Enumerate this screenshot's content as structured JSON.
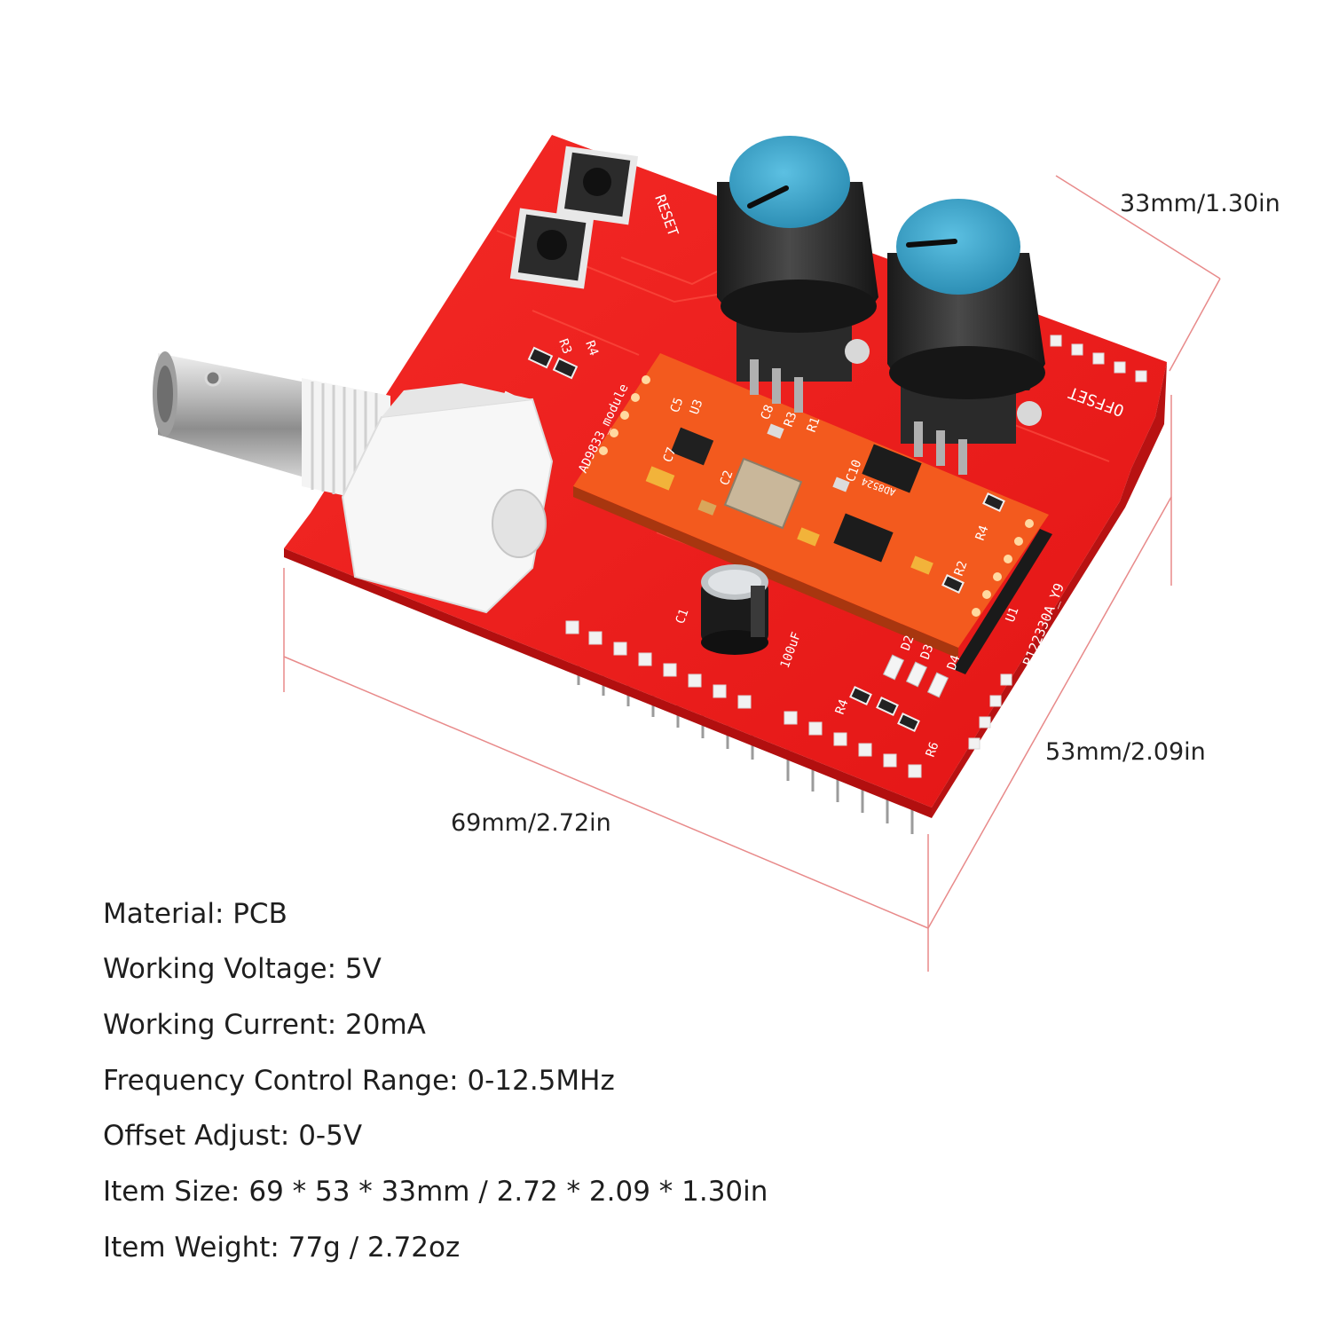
{
  "product": {
    "board": {
      "color": "#ee1c1c",
      "module_color": "#f35a1e",
      "knob_cap_color": "#3fa9cf",
      "silkscreen": {
        "reset": "RESET",
        "offset": "OFFSET",
        "module": "AD9833_module",
        "pcb_code": "P122330A_Y9",
        "cap_value": "100uF",
        "c1": "C1",
        "c2": "C2",
        "c5": "C5",
        "c7": "C7",
        "c8": "C8",
        "c10": "C10",
        "u1": "U1",
        "u3": "U3",
        "r1": "R1",
        "r2": "R2",
        "r3": "R3",
        "r4": "R4",
        "r6": "R6",
        "d2": "D2",
        "d3": "D3",
        "d4": "D4",
        "chip_ad": "AD8524"
      }
    }
  },
  "dimensions": {
    "length": "69mm/2.72in",
    "width": "53mm/2.09in",
    "height": "33mm/1.30in",
    "line_color": "#e88a8a"
  },
  "specs": [
    "Material: PCB",
    "Working Voltage: 5V",
    "Working Current: 20mA",
    "Frequency Control Range: 0-12.5MHz",
    "Offset Adjust: 0-5V",
    "Item Size: 69 * 53 * 33mm / 2.72 * 2.09 * 1.30in",
    "Item Weight: 77g / 2.72oz"
  ]
}
